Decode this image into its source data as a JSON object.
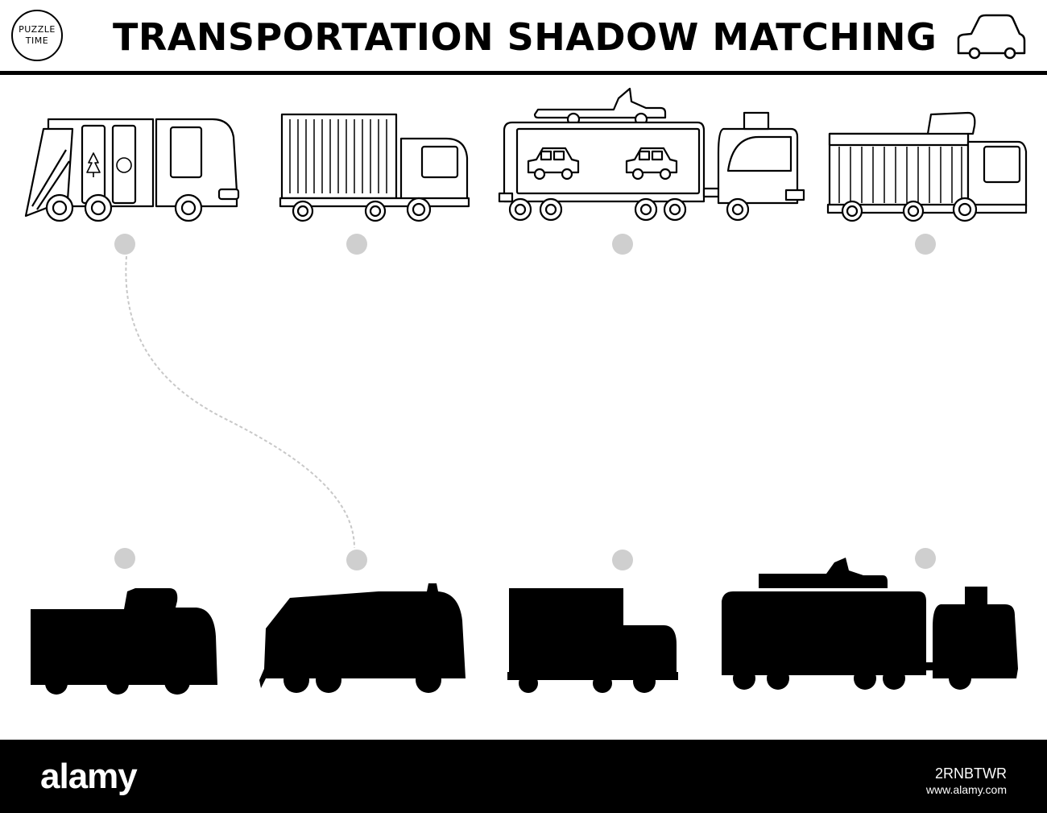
{
  "header": {
    "logo_line1": "PUZZLE",
    "logo_line2": "TIME",
    "title": "TRANSPORTATION SHADOW MATCHING",
    "icon": "car-outline-icon"
  },
  "top_row": [
    {
      "name": "garbage-truck",
      "icon": "garbage-truck-outline"
    },
    {
      "name": "container-truck",
      "icon": "container-truck-outline"
    },
    {
      "name": "car-carrier-truck",
      "icon": "car-carrier-outline"
    },
    {
      "name": "dump-truck",
      "icon": "dump-truck-outline"
    }
  ],
  "bottom_row": [
    {
      "name": "dump-truck-shadow",
      "icon": "dump-truck-silhouette"
    },
    {
      "name": "garbage-truck-shadow",
      "icon": "garbage-truck-silhouette"
    },
    {
      "name": "container-truck-shadow",
      "icon": "container-truck-silhouette"
    },
    {
      "name": "car-carrier-shadow",
      "icon": "car-carrier-silhouette"
    }
  ],
  "example_match": {
    "from": "garbage-truck",
    "to": "garbage-truck-shadow"
  },
  "colors": {
    "outline": "#000000",
    "dot": "#cfcfcf",
    "trace": "#c8c8c8",
    "footer": "#000000"
  },
  "footer": {
    "brand": "alamy",
    "image_id": "2RNBTWR",
    "url": "www.alamy.com"
  }
}
